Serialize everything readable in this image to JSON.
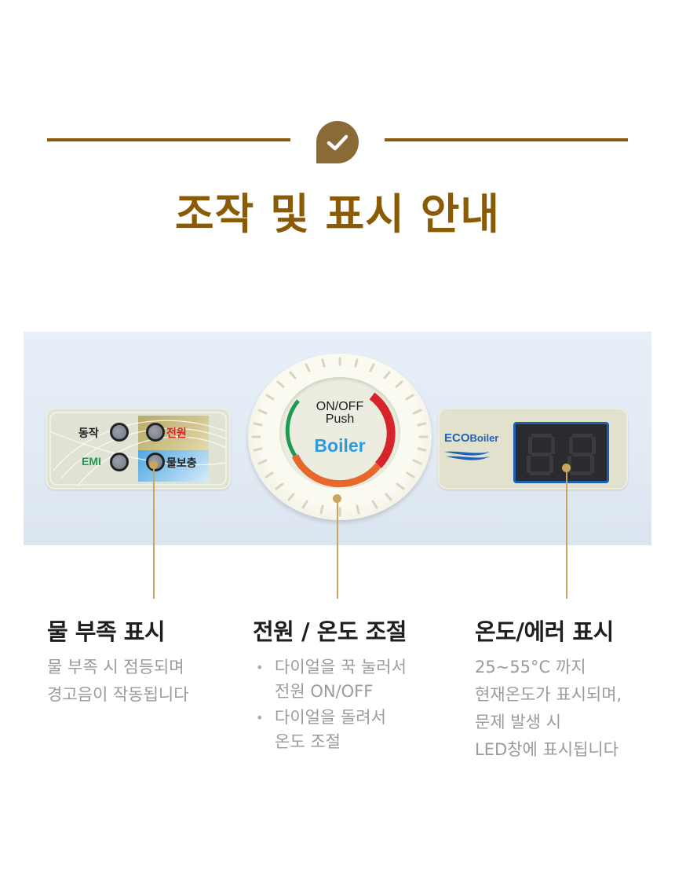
{
  "header": {
    "badge_icon": "check-speech-bubble-icon",
    "title": "조작 및 표시 안내",
    "accent_color": "#8b5a05"
  },
  "photo": {
    "left_panel": {
      "indicators": [
        {
          "label": "동작",
          "color": "#222222"
        },
        {
          "label": "전원",
          "color": "#d8232a"
        },
        {
          "label": "EMI",
          "color": "#1f9a52"
        },
        {
          "label": "물보충",
          "color": "#222222"
        }
      ]
    },
    "dial": {
      "line1": "ON/OFF",
      "line2": "Push",
      "brand": "Boiler",
      "arc_colors": [
        "#1f9a52",
        "#e8682c",
        "#d8232a"
      ]
    },
    "right_panel": {
      "logo_part1": "ECO",
      "logo_part2": "Boiler",
      "display_value": "88"
    },
    "callout_color": "#c9a55d"
  },
  "features": [
    {
      "title": "물 부족 표시",
      "lines": [
        "물 부족 시 점등되며",
        "경고음이 작동됩니다"
      ]
    },
    {
      "title": "전원 / 온도 조절",
      "bullets": [
        [
          "다이얼을 꾹 눌러서",
          "전원 ON/OFF"
        ],
        [
          "다이얼을 돌려서",
          "온도 조절"
        ]
      ]
    },
    {
      "title": "온도/에러 표시",
      "lines": [
        "25~55°C 까지",
        "현재온도가 표시되며,",
        "문제 발생 시",
        "LED창에 표시됩니다"
      ]
    }
  ]
}
